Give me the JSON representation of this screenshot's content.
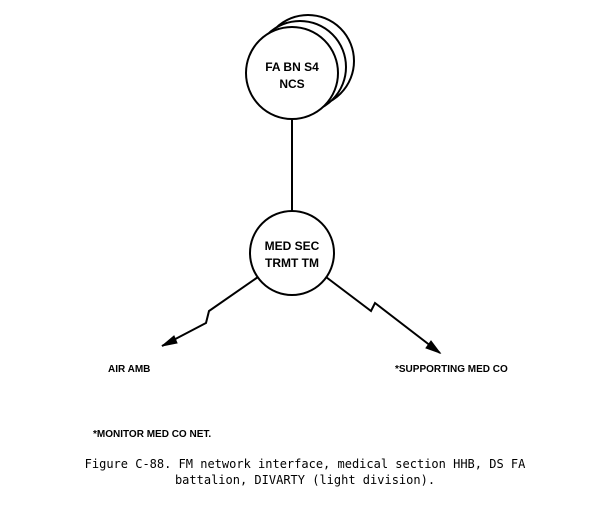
{
  "nodes": {
    "ncs": {
      "line1": "FA BN S4",
      "line2": "NCS"
    },
    "med": {
      "line1": "MED SEC",
      "line2": "TRMT TM"
    }
  },
  "links": {
    "air_amb": "AIR AMB",
    "supporting_med_co": "*SUPPORTING MED CO"
  },
  "note": "*MONITOR MED CO NET.",
  "caption": {
    "line1": "Figure C-88. FM network interface, medical section HHB, DS FA",
    "line2": "battalion, DIVARTY (light division)."
  }
}
